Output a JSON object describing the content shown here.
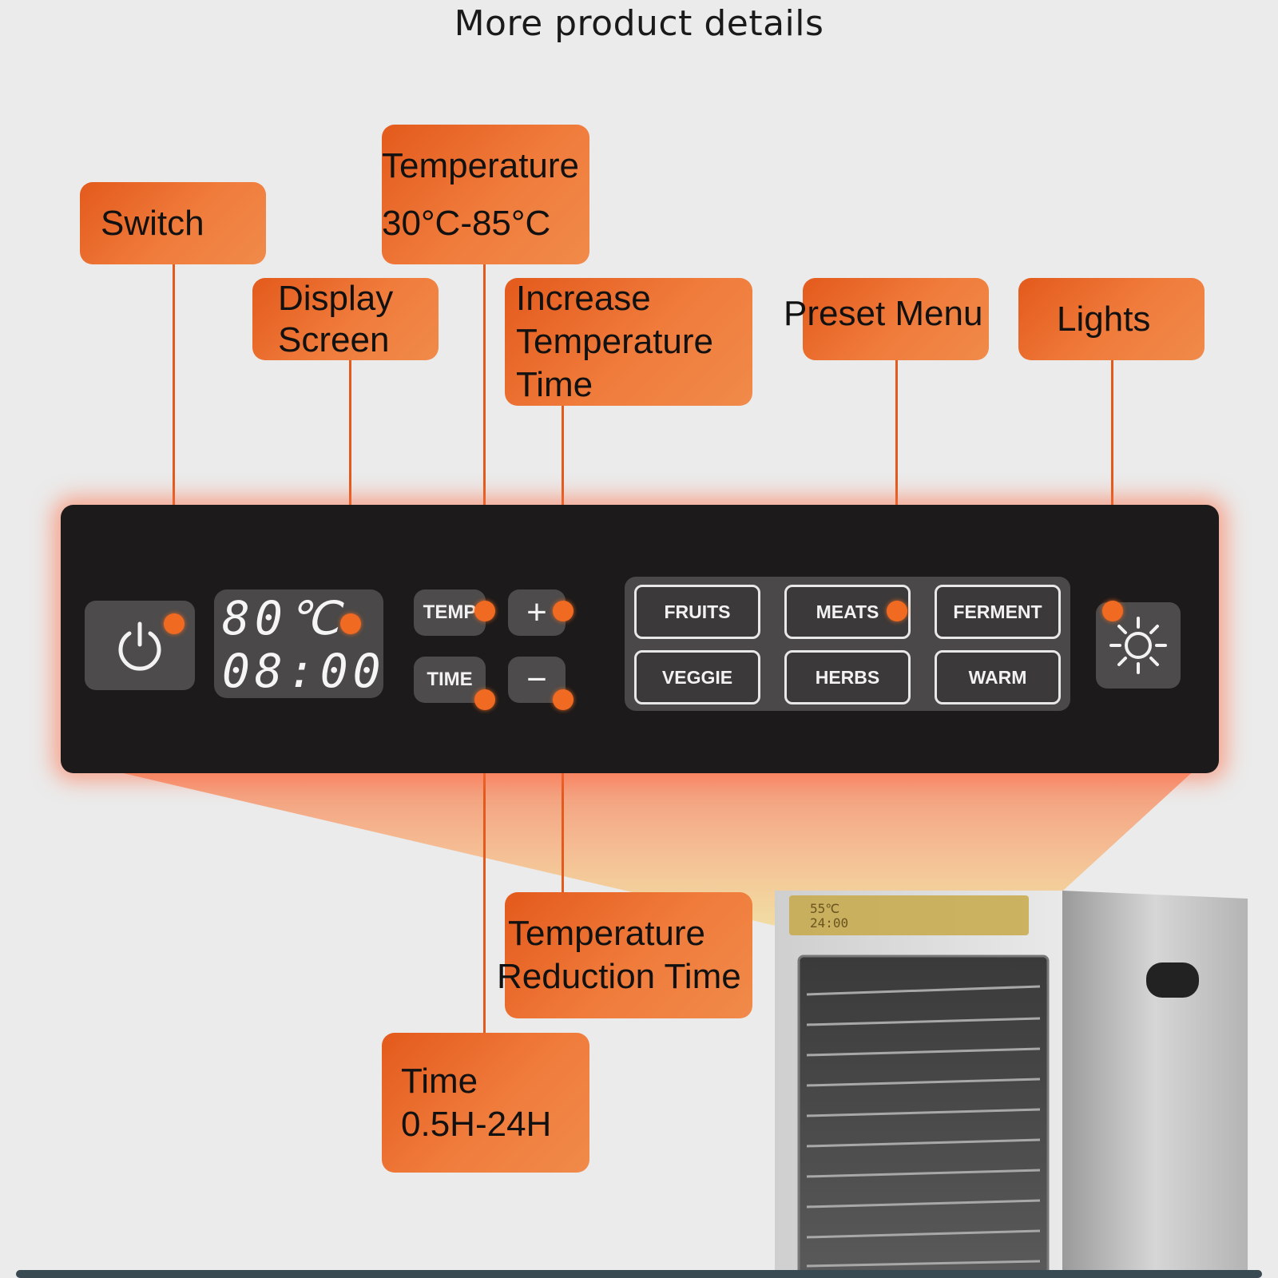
{
  "title": "More product details",
  "colors": {
    "accent": "#e35a1c",
    "panel": "#1c1a1a",
    "background": "#ebebeb"
  },
  "callouts": {
    "switch": [
      "Switch"
    ],
    "display": [
      "Display",
      "Screen"
    ],
    "temperature": [
      "Temperature",
      "30°C-85°C"
    ],
    "increase": [
      "Increase",
      "Temperature",
      "Time"
    ],
    "preset": [
      "Preset Menu"
    ],
    "lights": [
      "Lights"
    ],
    "reduction": [
      "Temperature",
      "Reduction Time"
    ],
    "time": [
      "Time",
      "0.5H-24H"
    ]
  },
  "panel": {
    "display_temp": "80℃",
    "display_time": "08:00",
    "temp_label": "TEMP",
    "time_label": "TIME",
    "plus": "+",
    "minus": "−",
    "menu": [
      "FRUITS",
      "MEATS",
      "FERMENT",
      "VEGGIE",
      "HERBS",
      "WARM"
    ],
    "icons": {
      "power": "power-icon",
      "light": "sun-icon"
    }
  },
  "machine": {
    "display_temp": "55℃",
    "display_time": "24:00"
  }
}
